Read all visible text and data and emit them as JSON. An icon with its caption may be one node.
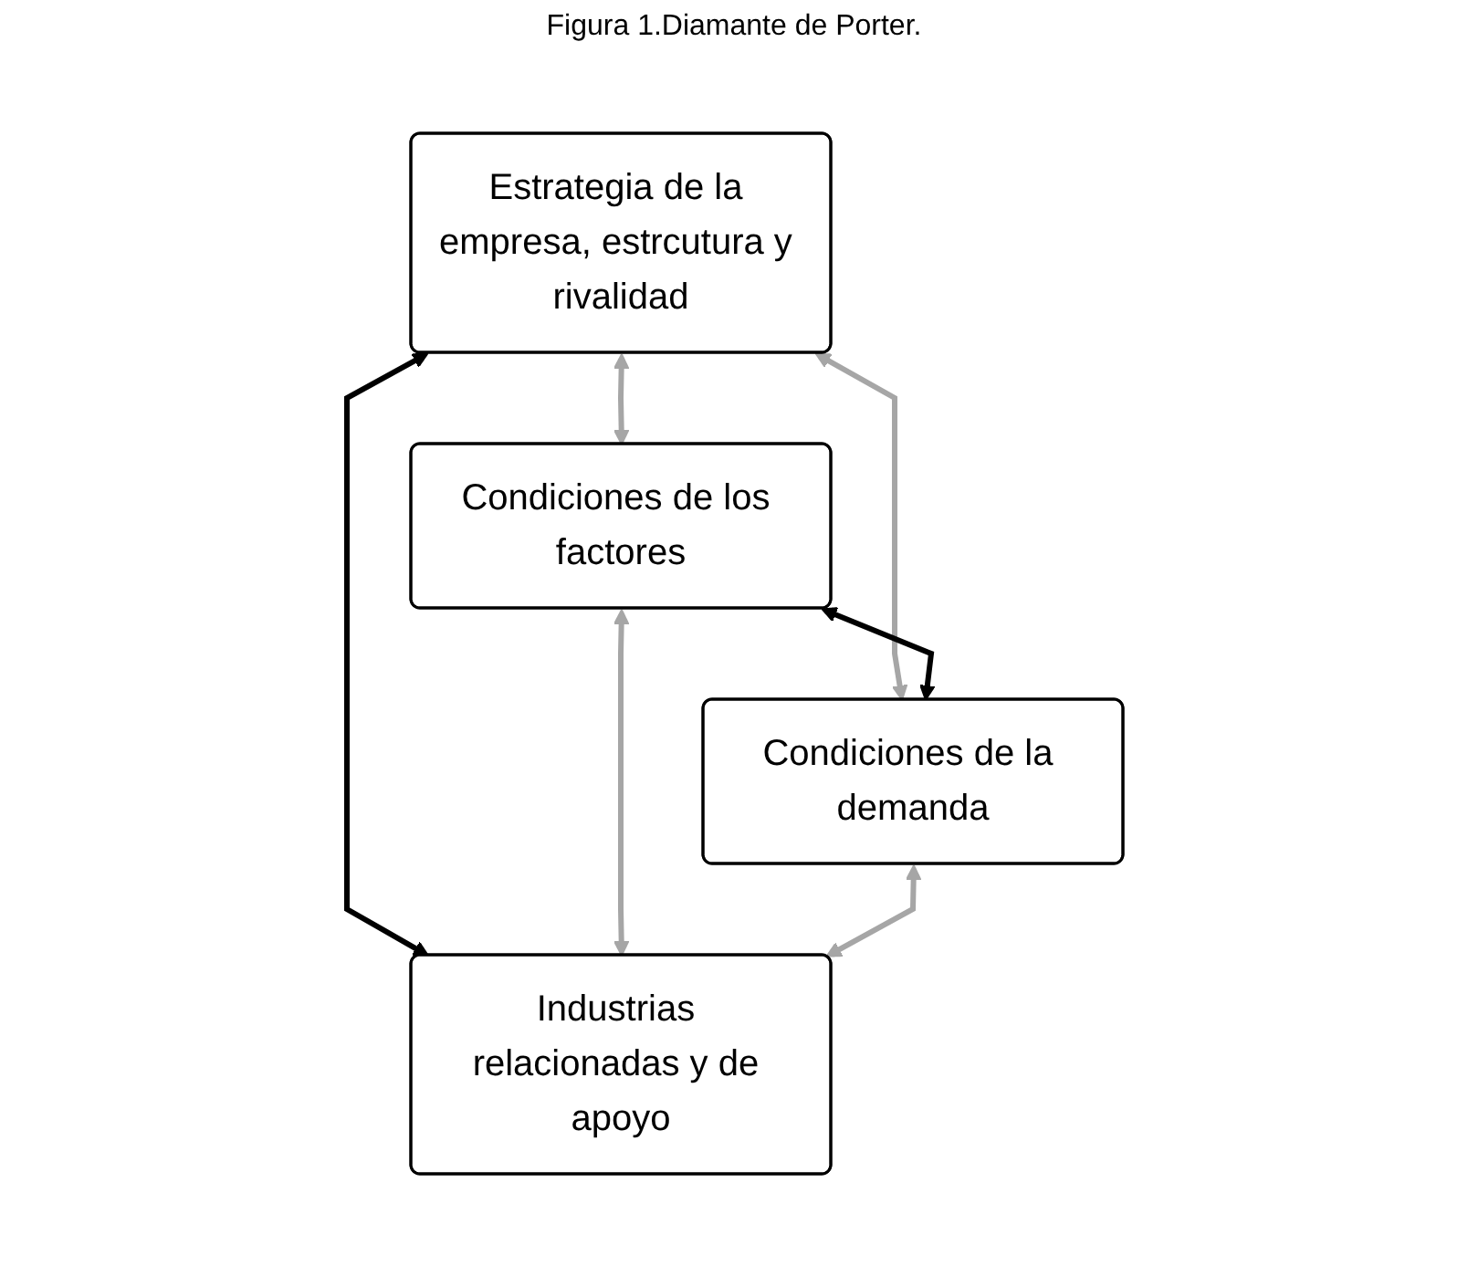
{
  "diagram": {
    "title": "Figura 1.Diamante de Porter.",
    "nodes": [
      {
        "text": [
          "Estrategia de la empresa, estrcutura y rivalidad"
        ]
      },
      {
        "text": [
          "Condiciones de los factores"
        ]
      },
      {
        "text": [
          "Condiciones de la demanda"
        ]
      },
      {
        "text": [
          "Industrias relacionadas y de apoyo"
        ]
      }
    ],
    "edges": [
      {
        "from": 0,
        "to": 1,
        "arrow": "both",
        "color": "#a6a6a6"
      },
      {
        "from": 0,
        "to": 2,
        "arrow": "both",
        "color": "#a6a6a6"
      },
      {
        "from": 0,
        "to": 3,
        "arrow": "both",
        "color": "#000000"
      },
      {
        "from": 1,
        "to": 2,
        "arrow": "both",
        "color": "#000000"
      },
      {
        "from": 1,
        "to": 3,
        "arrow": "both",
        "color": "#a6a6a6"
      },
      {
        "from": 2,
        "to": 3,
        "arrow": "both",
        "color": "#a6a6a6"
      }
    ]
  }
}
